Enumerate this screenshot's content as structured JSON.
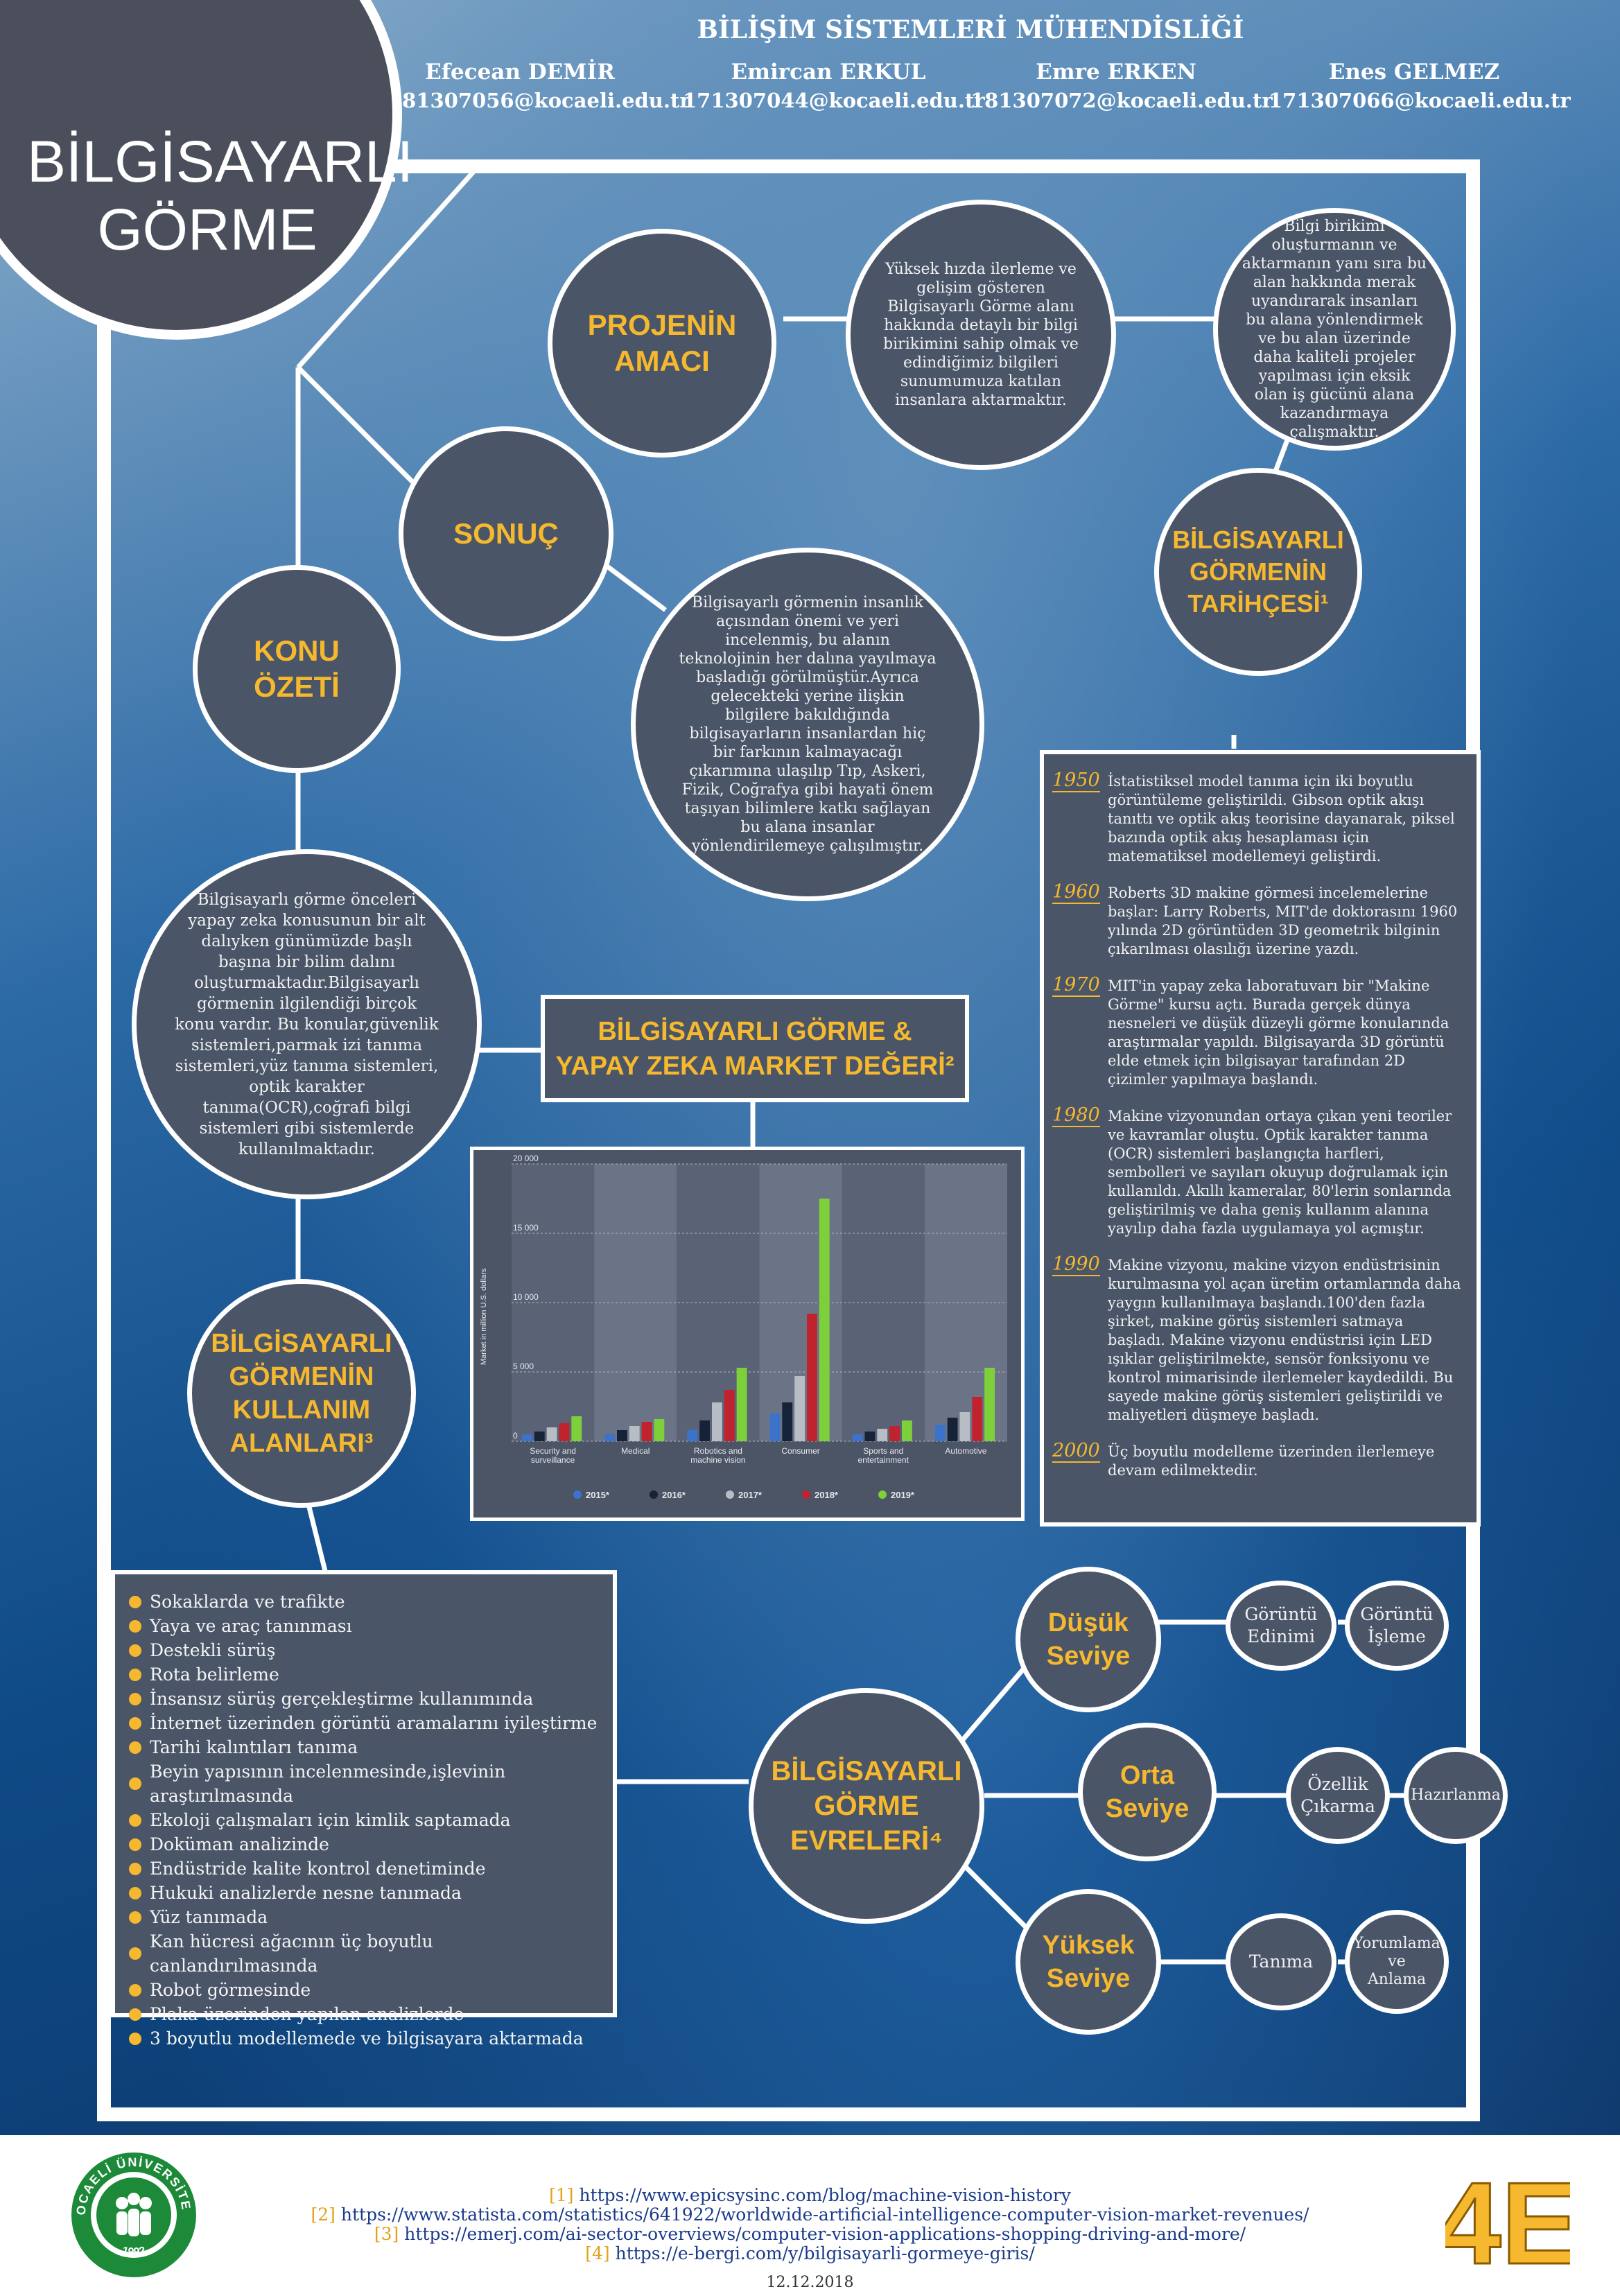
{
  "header": {
    "department": "BİLİŞİM SİSTEMLERİ MÜHENDİSLİĞİ",
    "authors": [
      {
        "name": "Efecean DEMİR",
        "email": "181307056@kocaeli.edu.tr"
      },
      {
        "name": "Emircan ERKUL",
        "email": "171307044@kocaeli.edu.tr"
      },
      {
        "name": "Emre ERKEN",
        "email": "181307072@kocaeli.edu.tr"
      },
      {
        "name": "Enes GELMEZ",
        "email": "171307066@kocaeli.edu.tr"
      }
    ]
  },
  "title": {
    "line1": "BİLGİSAYARLI",
    "line2": "GÖRME"
  },
  "amac": {
    "title1": "PROJENİN",
    "title2": "AMACI",
    "text1": "Yüksek hızda ilerleme ve gelişim gösteren Bilgisayarlı Görme alanı hakkında detaylı bir bilgi birikimini sahip olmak ve edindiğimiz bilgileri sunumumuza katılan insanlara aktarmaktır.",
    "text2": "Bilgi birikimi oluşturmanın ve aktarmanın yanı sıra bu alan hakkında merak uyandırarak insanları bu alana yönlendirmek ve bu alan üzerinde daha kaliteli projeler yapılması için eksik olan iş gücünü alana kazandırmaya çalışmaktır."
  },
  "sonuc": {
    "title": "SONUÇ",
    "text": "Bilgisayarlı görmenin insanlık açısından önemi ve yeri incelenmiş, bu alanın teknolojinin her dalına yayılmaya başladığı görülmüştür.Ayrıca gelecekteki yerine ilişkin bilgilere bakıldığında bilgisayarların insanlardan hiç bir farkının kalmayacağı çıkarımına ulaşılıp Tıp, Askeri, Fizik, Coğrafya gibi hayati önem taşıyan bilimlere katkı sağlayan bu alana insanlar yönlendirilemeye çalışılmıştır."
  },
  "ozet": {
    "title1": "KONU",
    "title2": "ÖZETİ",
    "text": "Bilgisayarlı görme önceleri yapay zeka konusunun bir alt dalıyken günümüzde başlı başına bir bilim dalını oluşturmaktadır.Bilgisayarlı görmenin ilgilendiği birçok konu vardır. Bu konular,güvenlik sistemleri,parmak izi tanıma sistemleri,yüz tanıma sistemleri, optik karakter tanıma(OCR),coğrafi bilgi sistemleri gibi sistemlerde kullanılmaktadır."
  },
  "tarihce": {
    "title1": "BİLGİSAYARLI",
    "title2": "GÖRMENİN",
    "title3": "TARİHÇESİ¹",
    "entries": [
      {
        "year": "1950",
        "text": "İstatistiksel model tanıma için iki boyutlu görüntüleme geliştirildi. Gibson optik akışı tanıttı ve optik akış teorisine dayanarak, piksel bazında optik akış hesaplaması için matematiksel modellemeyi geliştirdi."
      },
      {
        "year": "1960",
        "text": "Roberts 3D makine görmesi incelemelerine başlar: Larry Roberts, MIT'de doktorasını 1960 yılında 2D görüntüden 3D geometrik bilginin çıkarılması olasılığı üzerine yazdı."
      },
      {
        "year": "1970",
        "text": "MIT'in yapay zeka laboratuvarı bir \"Makine Görme\" kursu açtı. Burada gerçek dünya nesneleri ve düşük düzeyli görme konularında araştırmalar yapıldı. Bilgisayarda 3D görüntü elde etmek için bilgisayar tarafından 2D çizimler yapılmaya başlandı."
      },
      {
        "year": "1980",
        "text": "Makine vizyonundan ortaya çıkan yeni teoriler ve kavramlar oluştu. Optik karakter tanıma (OCR) sistemleri başlangıçta harfleri, sembolleri ve sayıları okuyup doğrulamak için kullanıldı. Akıllı kameralar, 80'lerin sonlarında geliştirilmiş ve daha geniş kullanım alanına yayılıp daha fazla uygulamaya yol açmıştır."
      },
      {
        "year": "1990",
        "text": "Makine vizyonu, makine vizyon endüstrisinin kurulmasına yol açan üretim ortamlarında daha yaygın kullanılmaya başlandı.100'den fazla şirket, makine görüş sistemleri satmaya başladı. Makine vizyonu endüstrisi için LED ışıklar geliştirilmekte, sensör fonksiyonu ve kontrol mimarisinde ilerlemeler kaydedildi. Bu sayede makine görüş sistemleri geliştirildi ve maliyetleri düşmeye başladı."
      },
      {
        "year": "2000",
        "text": "Üç boyutlu modelleme üzerinden ilerlemeye devam edilmektedir."
      }
    ]
  },
  "market": {
    "title1": "BİLGİSAYARLI GÖRME &",
    "title2": "YAPAY ZEKA MARKET DEĞERİ²"
  },
  "chart_data": {
    "type": "bar",
    "ylabel": "Market in million U.S. dollars",
    "ylim": [
      0,
      20000
    ],
    "yticks": [
      "0",
      "5 000",
      "10 000",
      "15 000",
      "20 000"
    ],
    "categories": [
      "Security and surveillance",
      "Medical",
      "Robotics and machine vision",
      "Consumer",
      "Sports and entertainment",
      "Automotive"
    ],
    "series": [
      {
        "name": "2015*",
        "color": "#3a73c9",
        "values": [
          500,
          500,
          800,
          2000,
          500,
          1200
        ]
      },
      {
        "name": "2016*",
        "color": "#152238",
        "values": [
          700,
          800,
          1500,
          2800,
          700,
          1700
        ]
      },
      {
        "name": "2017*",
        "color": "#b8bcc4",
        "values": [
          1000,
          1100,
          2800,
          4700,
          900,
          2100
        ]
      },
      {
        "name": "2018*",
        "color": "#c0222e",
        "values": [
          1300,
          1400,
          3700,
          9200,
          1100,
          3200
        ]
      },
      {
        "name": "2019*",
        "color": "#7ed03b",
        "values": [
          1800,
          1600,
          5300,
          17500,
          1500,
          5300
        ]
      }
    ]
  },
  "kullanim": {
    "title1": "BİLGİSAYARLI",
    "title2": "GÖRMENİN",
    "title3": "KULLANIM",
    "title4": "ALANLARI³",
    "items": [
      "Sokaklarda ve trafikte",
      "Yaya ve araç tanınması",
      "Destekli sürüş",
      "Rota belirleme",
      "İnsansız sürüş gerçekleştirme kullanımında",
      "İnternet üzerinden görüntü aramalarını iyileştirme",
      "Tarihi kalıntıları tanıma",
      "Beyin yapısının incelenmesinde,işlevinin araştırılmasında",
      "Ekoloji çalışmaları için kimlik saptamada",
      "Doküman analizinde",
      "Endüstride kalite kontrol denetiminde",
      "Hukuki analizlerde nesne tanımada",
      "Yüz tanımada",
      "Kan hücresi ağacının üç boyutlu canlandırılmasında",
      "Robot görmesinde",
      "Plaka üzerinden yapılan analizlerde",
      "3 boyutlu modellemede ve bilgisayara aktarmada"
    ]
  },
  "evreler": {
    "title1": "BİLGİSAYARLI",
    "title2": "GÖRME",
    "title3": "EVRELERİ⁴",
    "levels": [
      {
        "l1": "Düşük",
        "l2": "Seviye",
        "a1": "Görüntü",
        "a2": "Edinimi",
        "b1": "Görüntü",
        "b2": "İşleme"
      },
      {
        "l1": "Orta",
        "l2": "Seviye",
        "a1": "Özellik",
        "a2": "Çıkarma",
        "b1": "Hazırlanma",
        "b2": ""
      },
      {
        "l1": "Yüksek",
        "l2": "Seviye",
        "a1": "Tanıma",
        "a2": "",
        "b1": "Yorumlama",
        "b2": "ve",
        "b3": "Anlama"
      }
    ]
  },
  "footer": {
    "refs": [
      {
        "n": "[1]",
        "url": "https://www.epicsysinc.com/blog/machine-vision-history"
      },
      {
        "n": "[2]",
        "url": "https://www.statista.com/statistics/641922/worldwide-artificial-intelligence-computer-vision-market-revenues/"
      },
      {
        "n": "[3]",
        "url": "https://emerj.com/ai-sector-overviews/computer-vision-applications-shopping-driving-and-more/"
      },
      {
        "n": "[4]",
        "url": "https://e-bergi.com/y/bilgisayarli-gormeye-giris/"
      }
    ],
    "date": "12.12.2018",
    "logo_left": "KOCAELİ ÜNİVERSİTESİ",
    "logo_left_year": "1992",
    "logo_right": "4E"
  },
  "colors": {
    "accent": "#f5b82e",
    "panel": "#4a5568",
    "blue": "#0f4a86"
  }
}
